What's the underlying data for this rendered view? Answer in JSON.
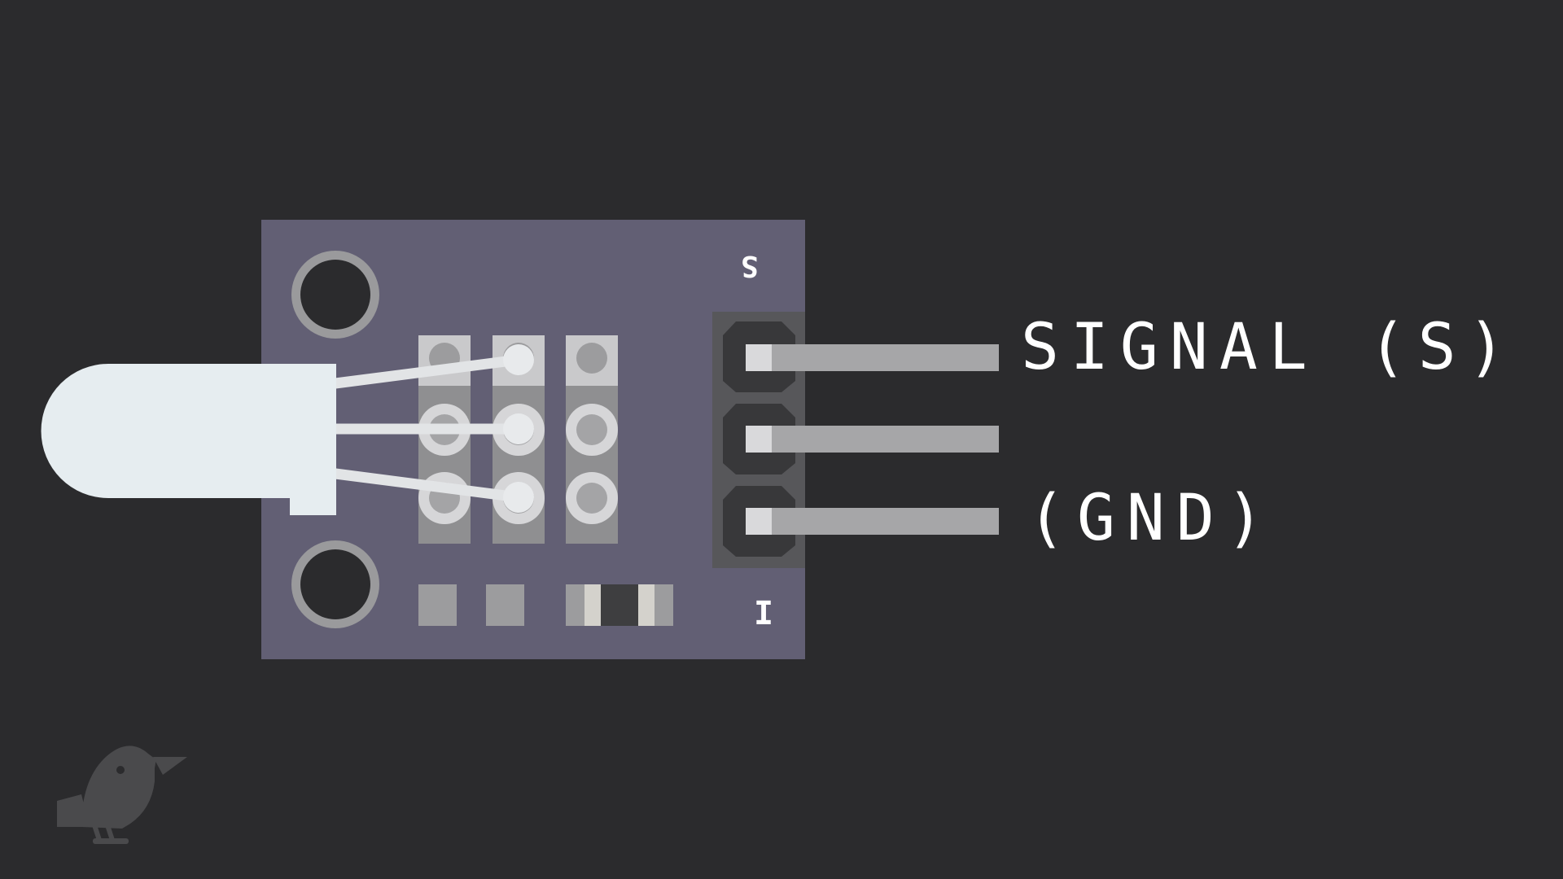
{
  "labels": {
    "signal": "SIGNAL (S)",
    "gnd": "(GND)"
  },
  "silkscreen": {
    "s": "S",
    "minus": "I"
  },
  "icons": {
    "logo": "bird-logo-icon"
  },
  "colors": {
    "background": "#2b2b2d",
    "board": "#625f74",
    "led_body": "#e6edf0",
    "pin": "#a6a6a8",
    "header": "#4a4a4c",
    "label": "#ffffff"
  }
}
